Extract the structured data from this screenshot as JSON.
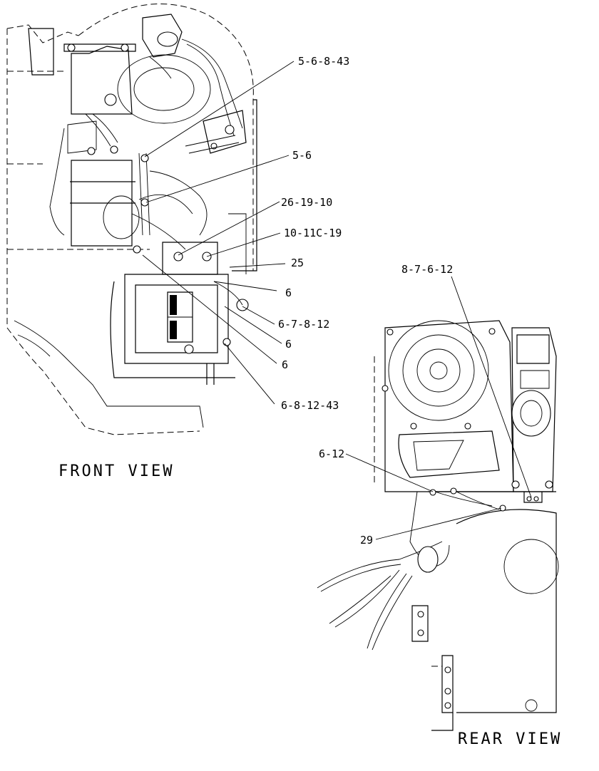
{
  "views": {
    "front": "FRONT VIEW",
    "rear": "REAR VIEW"
  },
  "callouts": {
    "c1": "5-6-8-43",
    "c2": "5-6",
    "c3": "26-19-10",
    "c4": "10-11C-19",
    "c5": "25",
    "c6": "6",
    "c7": "6-7-8-12",
    "c8": "6",
    "c9": "6",
    "c10": "6-8-12-43",
    "c11": "8-7-6-12",
    "c12": "6-12",
    "c13": "29"
  }
}
